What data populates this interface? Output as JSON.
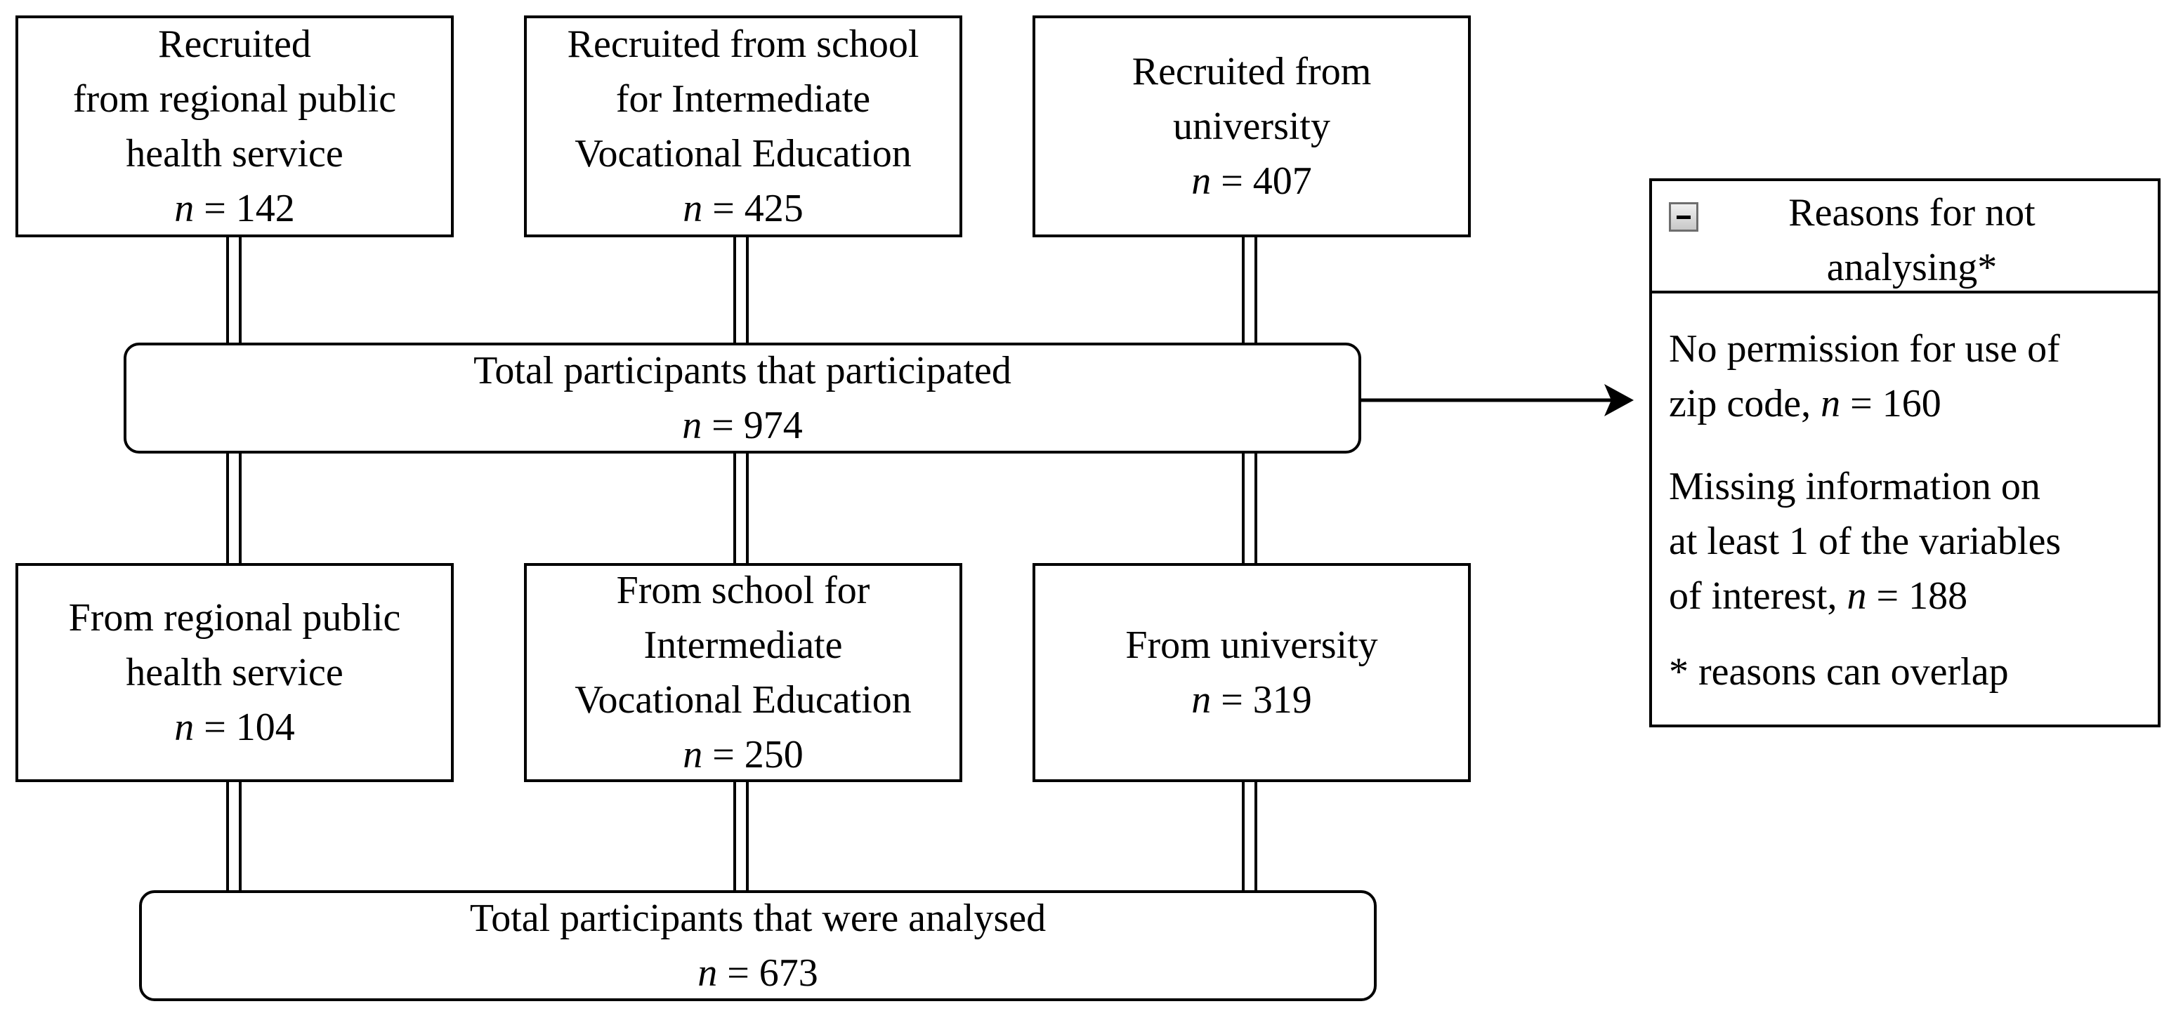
{
  "top_boxes": [
    {
      "lines": [
        "Recruited",
        "from regional public",
        "health service"
      ],
      "n": "142"
    },
    {
      "lines": [
        "Recruited from school",
        "for Intermediate",
        "Vocational Education"
      ],
      "n": "425"
    },
    {
      "lines": [
        "Recruited from",
        "university"
      ],
      "n": "407"
    }
  ],
  "total_participated": {
    "label": "Total participants that participated",
    "n": "974"
  },
  "middle_boxes": [
    {
      "lines": [
        "From regional public",
        "health service"
      ],
      "n": "104"
    },
    {
      "lines": [
        "From school for",
        "Intermediate",
        "Vocational Education"
      ],
      "n": "250"
    },
    {
      "lines": [
        "From university"
      ],
      "n": "319"
    }
  ],
  "total_analysed": {
    "label": "Total participants that were analysed",
    "n": "673"
  },
  "n_prefix": "n",
  "n_equals": " = ",
  "exclusion_panel": {
    "title_lines": [
      "Reasons for not",
      "analysing*"
    ],
    "reasons": [
      {
        "lines": [
          "No permission for use of",
          "zip code, "
        ],
        "n": "160"
      },
      {
        "lines": [
          "Missing information on",
          "at least 1 of the variables",
          "of interest, "
        ],
        "n": "188"
      }
    ],
    "note": "* reasons can overlap"
  }
}
